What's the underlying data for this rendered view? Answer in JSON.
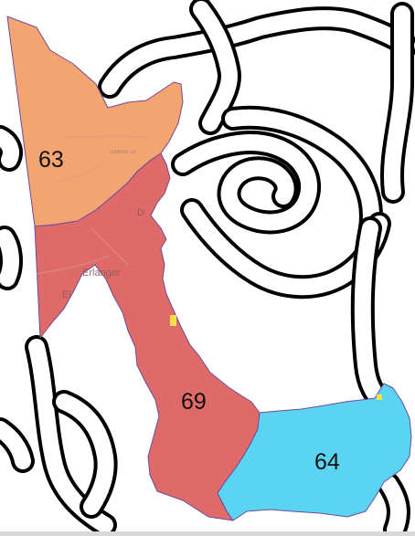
{
  "districts": [
    {
      "id": "63",
      "label": "63",
      "color": "#f4a470"
    },
    {
      "id": "69",
      "label": "69",
      "color": "#e06a6a"
    },
    {
      "id": "64",
      "label": "64",
      "color": "#5bd4f2"
    }
  ],
  "place_labels": {
    "dolwick_dr": "Dolwick Dr",
    "erlanger": "Erlanger",
    "el": "El",
    "d": "D"
  },
  "colors": {
    "boundary_stroke": "#6b4c9a",
    "road_outline": "#000000",
    "road_fill": "#ffffff",
    "highlight": "#f5e04a"
  }
}
